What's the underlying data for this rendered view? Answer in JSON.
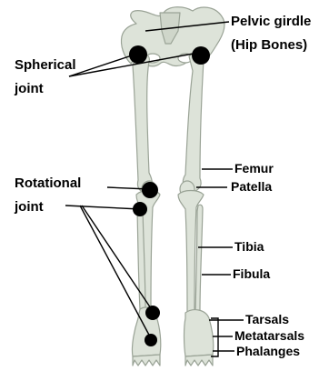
{
  "labels": {
    "pelvic_girdle": "Pelvic girdle",
    "hip_bones": "(Hip Bones)",
    "spherical": "Spherical",
    "spherical_joint": "joint",
    "rotational": "Rotational",
    "rotational_joint": "joint",
    "femur": "Femur",
    "patella": "Patella",
    "tibia": "Tibia",
    "fibula": "Fibula",
    "tarsals": "Tarsals",
    "metatarsals": "Metatarsals",
    "phalanges": "Phalanges"
  },
  "colors": {
    "bone_fill": "#dde3d9",
    "bone_outline": "#9aa396",
    "joint_marker": "#000000",
    "text": "#000000"
  }
}
